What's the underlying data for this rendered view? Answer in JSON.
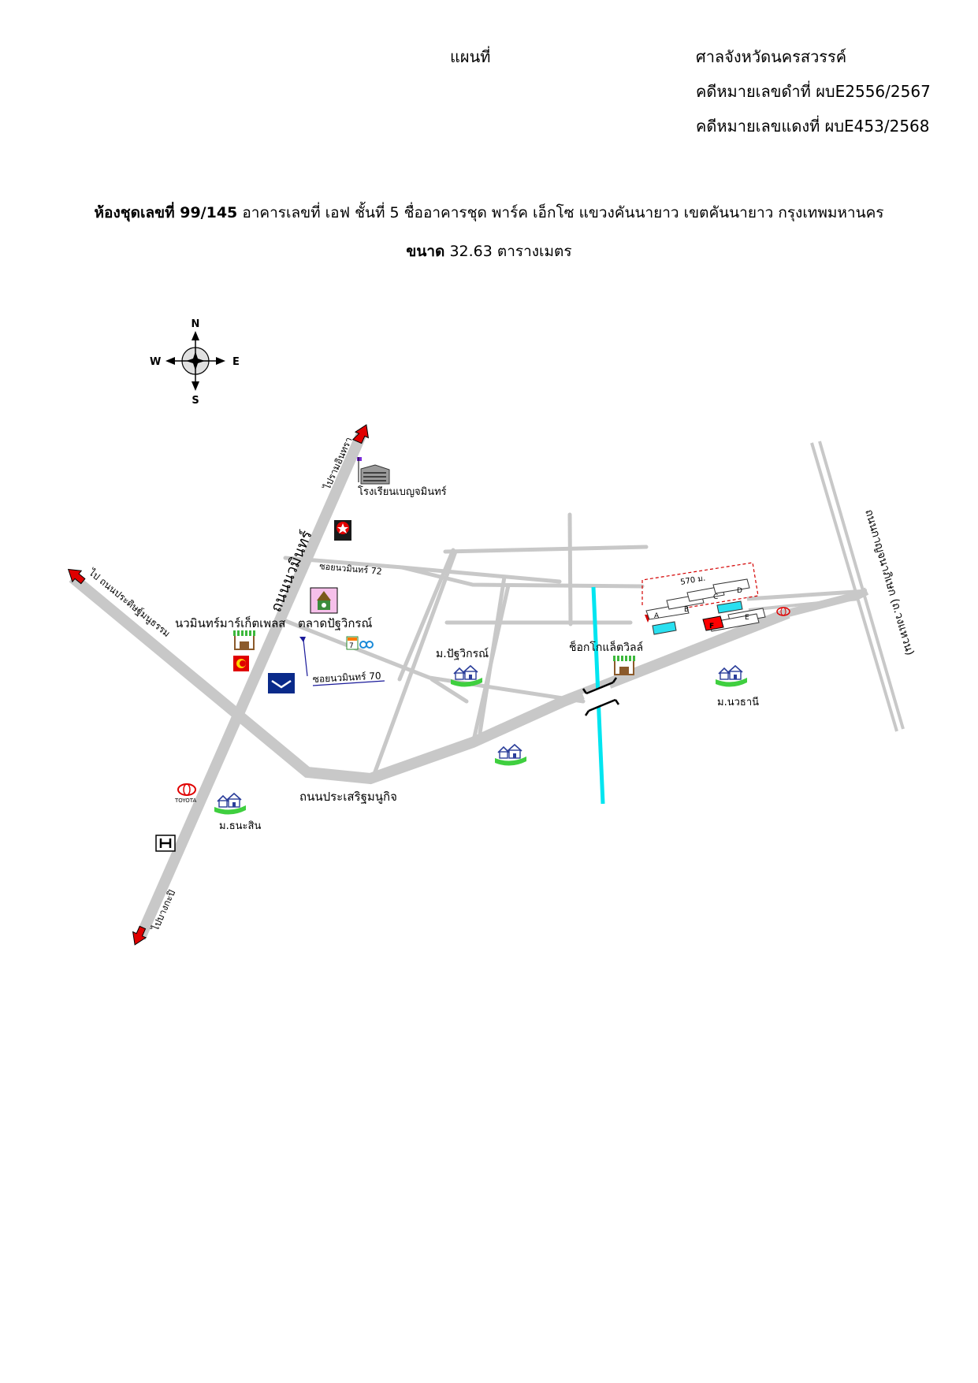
{
  "header": {
    "map_word": "แผนที่",
    "court": "ศาลจังหวัดนครสวรรค์",
    "black_case": "คดีหมายเลขดำที่  ผบE2556/2567",
    "red_case": "คดีหมายเลขแดงที่ ผบE453/2568"
  },
  "description": {
    "unit_label": "ห้องชุดเลขที่ 99/145",
    "unit_detail": "อาคารเลขที่ เอฟ ชั้นที่ 5 ชื่ออาคารชุด พาร์ค เอ็กโซ แขวงคันนายาว เขตคันนายาว กรุงเทพมหานคร",
    "size_label": "ขนาด",
    "size_value": "32.63 ตารางเมตร"
  },
  "compass": {
    "n": "N",
    "s": "S",
    "e": "E",
    "w": "W"
  },
  "map": {
    "road_nawamin": "ถนนนวมินทร์",
    "to_pranakhon": "ไปรามอินทรา",
    "to_bangkapi": "ไปบางกะปิ",
    "to_prasert_dharma": "ไป ถนนประดิษฐ์มนูธรรม",
    "road_prasert": "ถนนประเสริฐมนูกิจ",
    "road_kanchana": "ถนนกาญจนาภิเษก (ถ.วงแหวน)",
    "soi_72": "ซอยนวมินทร์ 72",
    "soi_70": "ซอยนวมินทร์ 70",
    "school": "โรงเรียนเบญจมินทร์",
    "market_nawamin": "นวมินทร์มาร์เก็ตเพลส",
    "market_pathavi": "ตลาดปัฐวิกรณ์",
    "village_pathavi": "ม.ปัฐวิกรณ์",
    "chokchai_villa": "ช็อกโกแล็ตวิลล์",
    "village_nawathani": "ม.นวธานี",
    "village_dhanasin": "ม.ธนะสิน",
    "distance": "570 ม.",
    "buildings": [
      "A",
      "B",
      "C",
      "D",
      "E",
      "F"
    ],
    "colors": {
      "road": "#c8c8c8",
      "canal": "#00e5f0",
      "target": "#ff0000",
      "pool": "#29e0f0",
      "route": "#d40000",
      "arrow": "#e00000"
    }
  }
}
